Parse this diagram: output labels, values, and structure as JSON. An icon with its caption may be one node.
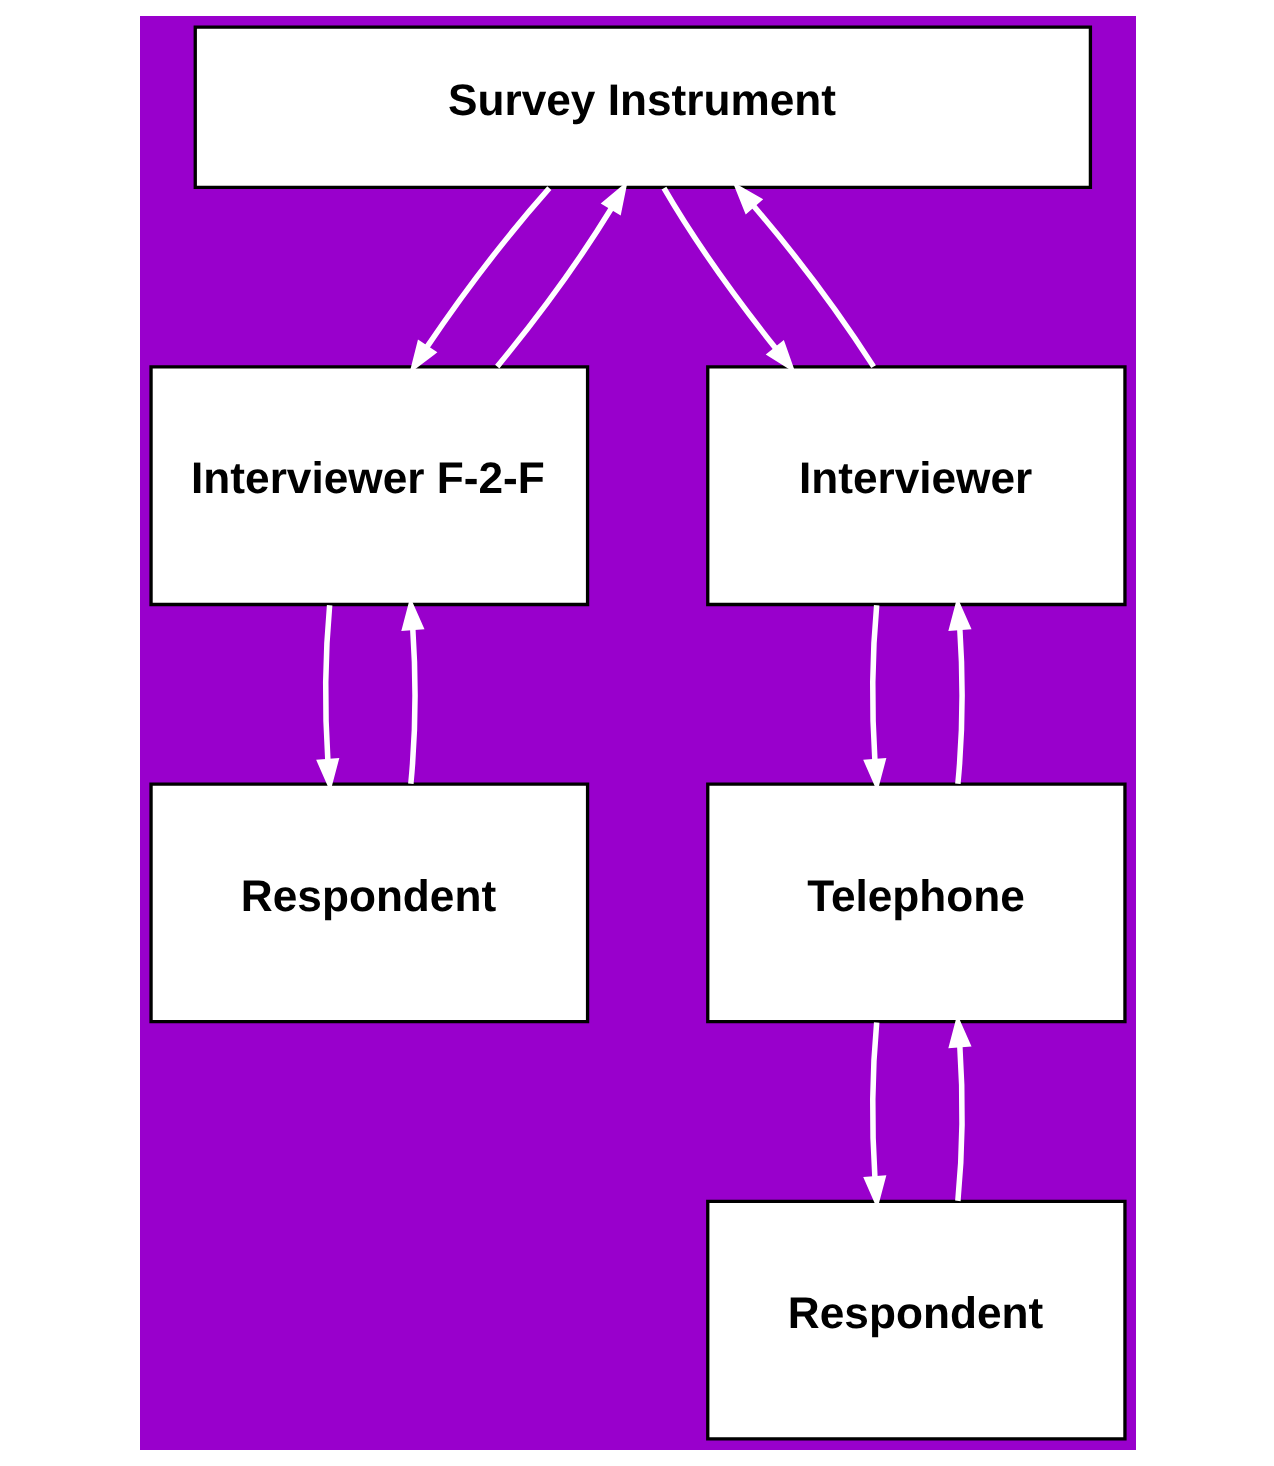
{
  "diagram": {
    "nodes": [
      {
        "text": [
          "Survey Instrument"
        ]
      },
      {
        "text": [
          "Interviewer F-2-F"
        ]
      },
      {
        "text": [
          "Respondent"
        ]
      },
      {
        "text": [
          "Interviewer"
        ]
      },
      {
        "text": [
          "Telephone"
        ]
      },
      {
        "text": [
          "Respondent"
        ]
      }
    ],
    "edges": [
      {
        "from": 0,
        "to": 1,
        "arrow": "to"
      },
      {
        "from": 1,
        "to": 0,
        "arrow": "to"
      },
      {
        "from": 1,
        "to": 2,
        "arrow": "to"
      },
      {
        "from": 2,
        "to": 1,
        "arrow": "to"
      },
      {
        "from": 0,
        "to": 3,
        "arrow": "to"
      },
      {
        "from": 3,
        "to": 0,
        "arrow": "to"
      },
      {
        "from": 3,
        "to": 4,
        "arrow": "to"
      },
      {
        "from": 4,
        "to": 3,
        "arrow": "to"
      },
      {
        "from": 4,
        "to": 5,
        "arrow": "to"
      },
      {
        "from": 5,
        "to": 4,
        "arrow": "to"
      }
    ]
  }
}
